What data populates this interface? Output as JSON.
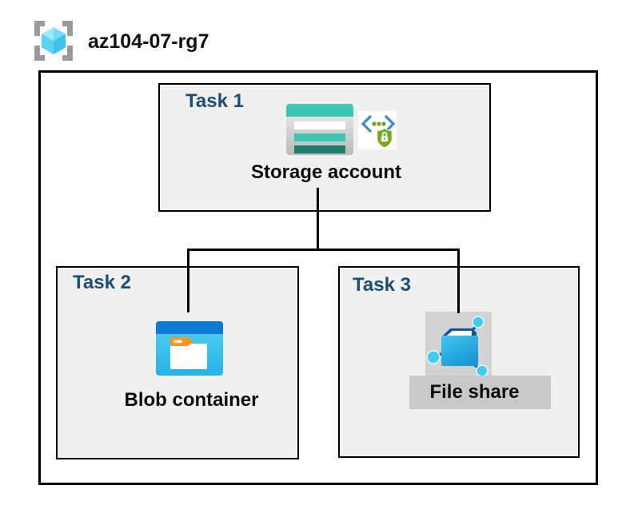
{
  "diagram": {
    "resource_group": "az104-07-rg7",
    "tasks": [
      {
        "label": "Task 1",
        "resource": "Storage account",
        "icons": [
          "storage-account-icon",
          "secure-transfer-icon"
        ]
      },
      {
        "label": "Task 2",
        "resource": "Blob container",
        "icons": [
          "blob-container-icon"
        ]
      },
      {
        "label": "Task 3",
        "resource": "File share",
        "icons": [
          "file-share-icon"
        ],
        "highlighted": true
      }
    ],
    "connections": [
      {
        "from": "Storage account",
        "to": "Blob container"
      },
      {
        "from": "Storage account",
        "to": "File share"
      }
    ]
  },
  "icons": {
    "resource_group": "resource-group-icon",
    "storage_account": "storage-account-icon",
    "secure_transfer": "secure-transfer-icon",
    "blob_container": "blob-container-icon",
    "file_share": "file-share-icon"
  },
  "colors": {
    "task_label": "#1A4E74",
    "task_box_fill": "#F0F0F0",
    "outline": "#000000",
    "storage_teal": "#3EC6B4",
    "storage_teal_dark": "#217C6D",
    "blob_top_blue": "#0B7BD4",
    "blob_cyan": "#35C1EA",
    "folder_tab_orange": "#F79420",
    "shield_green": "#72AB1C",
    "bracket_gray": "#9A9A9A",
    "cube_blue": "#5AD2F3",
    "node_cyan": "#40CDF2",
    "icon_highlight_gray": "#D2D2D2",
    "label_highlight_gray": "#C9C9C9"
  }
}
